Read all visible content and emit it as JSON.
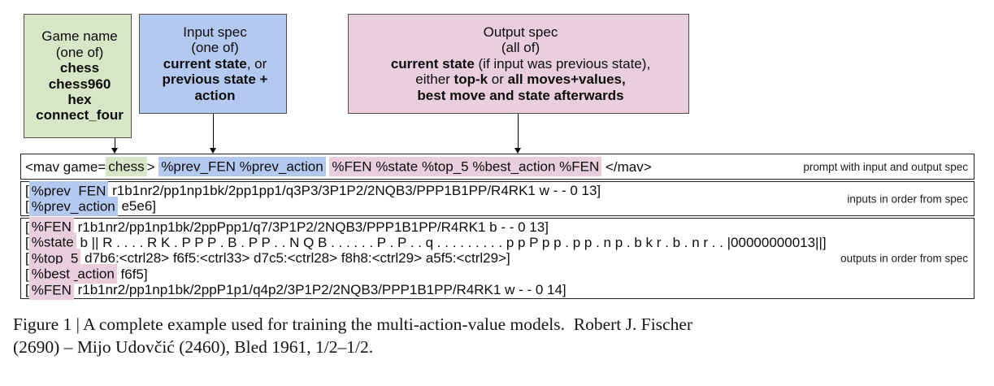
{
  "colors": {
    "green": "#d6e6c6",
    "blue": "#b4c9f0",
    "pink": "#e9cedb"
  },
  "boxes": {
    "game": {
      "lines": [
        [
          {
            "t": "Game name"
          }
        ],
        [
          {
            "t": "(one of)"
          }
        ],
        [
          {
            "t": "chess",
            "b": true
          }
        ],
        [
          {
            "t": "chess960",
            "b": true
          }
        ],
        [
          {
            "t": "hex",
            "b": true
          }
        ],
        [
          {
            "t": "connect_four",
            "b": true
          }
        ]
      ]
    },
    "input": {
      "lines": [
        [
          {
            "t": "Input spec"
          }
        ],
        [
          {
            "t": "(one of)"
          }
        ],
        [
          {
            "t": "current state",
            "b": true
          },
          {
            "t": ", or"
          }
        ],
        [
          {
            "t": "previous state +",
            "b": true
          }
        ],
        [
          {
            "t": "action",
            "b": true
          }
        ]
      ]
    },
    "output": {
      "lines": [
        [
          {
            "t": "Output spec"
          }
        ],
        [
          {
            "t": "(all of)"
          }
        ],
        [
          {
            "t": "current state",
            "b": true
          },
          {
            "t": " (if input was previous state),"
          }
        ],
        [
          {
            "t": "either "
          },
          {
            "t": "top-k",
            "b": true
          },
          {
            "t": " or "
          },
          {
            "t": "all moves+values,",
            "b": true
          }
        ],
        [
          {
            "t": "best move and state afterwards",
            "b": true
          }
        ]
      ]
    }
  },
  "prompt_bar": {
    "segments": [
      {
        "t": "<mav game="
      },
      {
        "t": "chess",
        "hl": "green"
      },
      {
        "t": "> "
      },
      {
        "t": "%prev_FEN %prev_action",
        "hl": "blue"
      },
      {
        "t": " "
      },
      {
        "t": "%FEN %state %top_5 %best_action %FEN",
        "hl": "pink"
      },
      {
        "t": " </mav>"
      }
    ],
    "label": "prompt with input and output spec"
  },
  "inputs_bar": {
    "lines": [
      [
        {
          "t": "["
        },
        {
          "t": "%prev_FEN",
          "hl": "blue"
        },
        {
          "t": " r1b1nr2/pp1np1bk/2pp1pp1/q3P3/3P1P2/2NQB3/PPP1B1PP/R4RK1 w - - 0 13]"
        }
      ],
      [
        {
          "t": "["
        },
        {
          "t": "%prev_action",
          "hl": "blue"
        },
        {
          "t": " e5e6]"
        }
      ]
    ],
    "label": "inputs in order from spec"
  },
  "outputs_bar": {
    "lines": [
      [
        {
          "t": "["
        },
        {
          "t": "%FEN",
          "hl": "pink"
        },
        {
          "t": " r1b1nr2/pp1np1bk/2ppPpp1/q7/3P1P2/2NQB3/PPP1B1PP/R4RK1 b - - 0 13]"
        }
      ],
      [
        {
          "t": "["
        },
        {
          "t": "%state",
          "hl": "pink"
        },
        {
          "t": " b || R . . . . R K . P P P . B . P P . . N Q B . . . . . . P . P . . q . . . . . . . . . p p P p p . p p . n p . b k r . b . n r . . |00000000013||]"
        }
      ],
      [
        {
          "t": "["
        },
        {
          "t": "%top_5",
          "hl": "pink"
        },
        {
          "t": " d7b6:<ctrl28> f6f5:<ctrl33> d7c5:<ctrl28> f8h8:<ctrl29> a5f5:<ctrl29>]"
        }
      ],
      [
        {
          "t": "["
        },
        {
          "t": "%best_action",
          "hl": "pink"
        },
        {
          "t": " f6f5]"
        }
      ],
      [
        {
          "t": "["
        },
        {
          "t": "%FEN",
          "hl": "pink"
        },
        {
          "t": " r1b1nr2/pp1np1bk/2ppP1p1/q4p2/3P1P2/2NQB3/PPP1B1PP/R4RK1 w - - 0 14]"
        }
      ]
    ],
    "label": "outputs in order from spec"
  },
  "caption": {
    "line1": "Figure 1 | A complete example used for training the multi-action-value models.  Robert J. Fischer",
    "line2": "(2690) – Mijo Udovčić (2460), Bled 1961, 1/2–1/2."
  }
}
